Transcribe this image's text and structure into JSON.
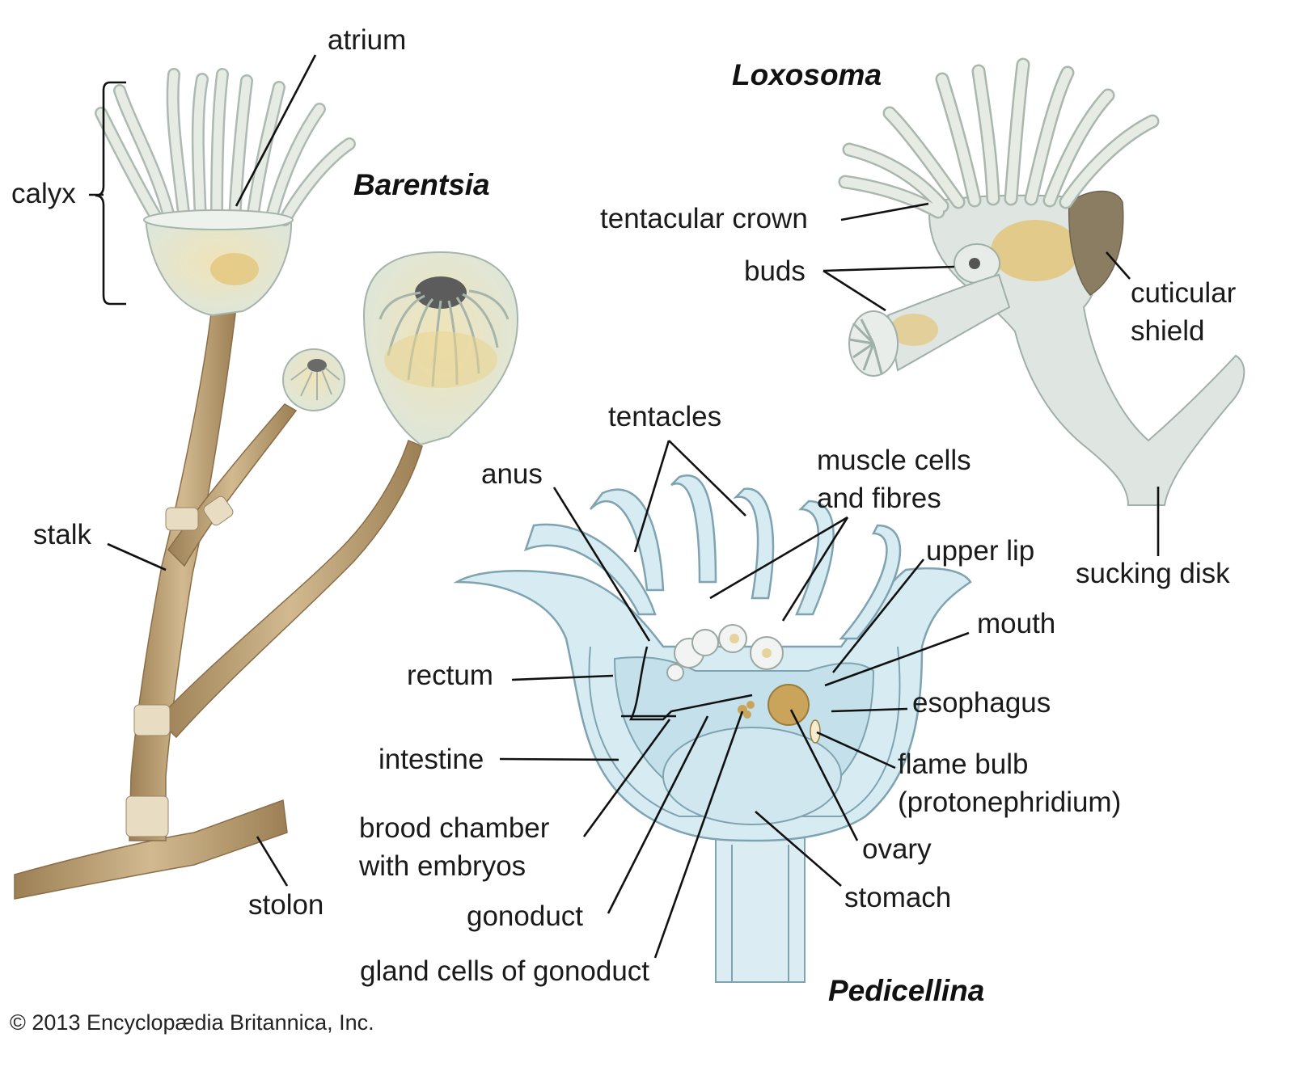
{
  "titles": {
    "barentsia": "Barentsia",
    "loxosoma": "Loxosoma",
    "pedicellina": "Pedicellina"
  },
  "labels": {
    "atrium": "atrium",
    "calyx": "calyx",
    "stalk": "stalk",
    "stolon": "stolon",
    "tentacular_crown": "tentacular crown",
    "buds": "buds",
    "cuticular_shield": [
      "cuticular",
      "shield"
    ],
    "sucking_disk": "sucking disk",
    "tentacles": "tentacles",
    "anus": "anus",
    "muscle_cells_and_fibres": [
      "muscle cells",
      "and fibres"
    ],
    "upper_lip": "upper lip",
    "mouth": "mouth",
    "esophagus": "esophagus",
    "rectum": "rectum",
    "intestine": "intestine",
    "flame_bulb": [
      "flame bulb",
      "(protonephridium)"
    ],
    "brood_chamber": [
      "brood chamber",
      "with embryos"
    ],
    "ovary": "ovary",
    "stomach": "stomach",
    "gonoduct": "gonoduct",
    "gland_cells_of_gonoduct": "gland cells of gonoduct"
  },
  "credit": "© 2013 Encyclopædia Britannica, Inc.",
  "colors": {
    "stalk": "#b89a6e",
    "tentacle": "#e6ece4",
    "tentacle_outline": "#a9b7ad",
    "gut_yellow": "#e3c57a",
    "pedicellina_fill": "#d6ebf2",
    "pedicellina_outline": "#7fa3b0",
    "ovary": "#c9a45a",
    "shield": "#8a7d62"
  }
}
